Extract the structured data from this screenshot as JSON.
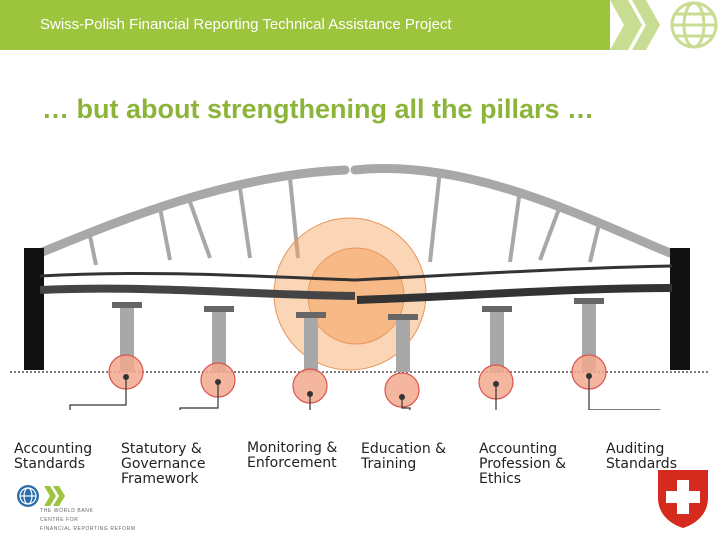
{
  "header": {
    "title": "Swiss-Polish Financial Reporting Technical Assistance Project"
  },
  "slide": {
    "title": "… but about strengthening all the pillars …"
  },
  "pillars": [
    {
      "label": "Accounting\nStandards"
    },
    {
      "label": "Statutory &\nGovernance\nFramework"
    },
    {
      "label": "Monitoring &\nEnforcement"
    },
    {
      "label": "Education &\nTraining"
    },
    {
      "label": "Accounting\nProfession &\nEthics"
    },
    {
      "label": "Auditing\nStandards"
    }
  ],
  "footer": {
    "worldbank_line1": "THE WORLD BANK",
    "worldbank_line2": "CENTRE FOR",
    "worldbank_line3": "FINANCIAL REPORTING REFORM"
  },
  "colors": {
    "header_green": "#9cc43c",
    "title_green": "#8db43a",
    "bridge_grey": "#a8a8a8",
    "marker_red": "#d9534f",
    "halo_orange": "#f4a460"
  }
}
